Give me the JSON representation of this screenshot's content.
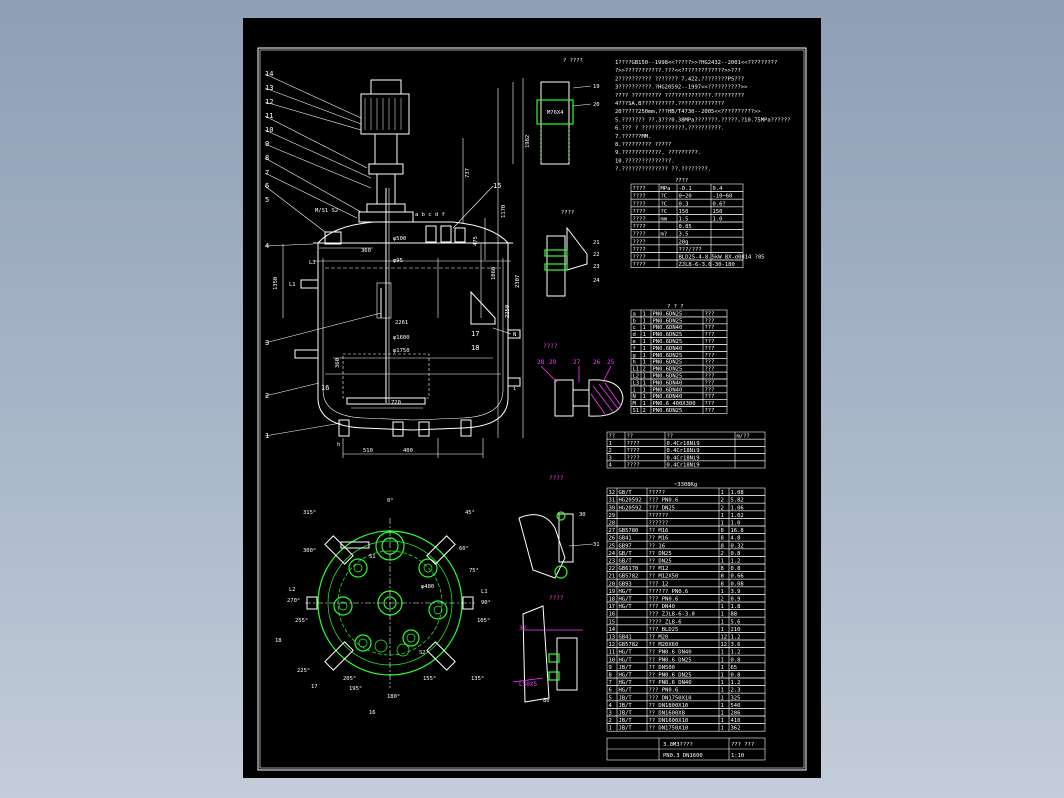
{
  "drawing": {
    "notes": [
      "1????GB150--1998<<?????>>?HG2432--2001<<?????????",
      "  ?>>???????????.???<<?????????????>>???",
      "2?????????? ??????? 7,422,????????PS???",
      "3??????????.?HG20592--1997<<??????????>>",
      "  ???? ????????? ??????????????.?????????",
      "4???SA,B??????????.??????????????",
      "  20?????250mm,???HB/T4730--2005<<??????????>>",
      "5.??????? ??.3???0.38MPa???????.?????,?10.75MPa??????",
      "6.??? ? ?????????????,??????????.",
      "7.??????MM.",
      "8.????????? ?????",
      "9.????????????, ?????????.",
      "10.??????????????.",
      "  ?.?????????????? ??.????????."
    ],
    "tech_table": {
      "title": "????",
      "rows": [
        [
          "????",
          "MPa",
          "-0.1",
          "0.4"
        ],
        [
          "????",
          "?C",
          "0~20",
          "-10~60"
        ],
        [
          "????",
          "?C",
          "0.3",
          "0.6?"
        ],
        [
          "????",
          "?C",
          "150",
          "150"
        ],
        [
          "????",
          "mm",
          "1.5",
          "1.0"
        ],
        [
          "????",
          "",
          "0.85",
          ""
        ],
        [
          "????",
          "m?",
          "3.5",
          ""
        ],
        [
          "????",
          "",
          "20g",
          ""
        ],
        [
          "????",
          "",
          "???/???",
          ""
        ],
        [
          "????",
          "",
          "BLD25-4-8.5kW  BX-d0814 ?85",
          ""
        ],
        [
          "????",
          "",
          "ZJL8-6-3.0-30-180",
          ""
        ]
      ]
    },
    "nozzle_table": {
      "title": "? ? ?",
      "rows": [
        [
          "a",
          "1",
          "PN0.6DN25",
          "???"
        ],
        [
          "b",
          "1",
          "PN0.6DN25",
          "???"
        ],
        [
          "c",
          "1",
          "PN0.6DN40",
          "???"
        ],
        [
          "d",
          "1",
          "PN0.6DN25",
          "???"
        ],
        [
          "e",
          "1",
          "PN0.6DN25",
          "???"
        ],
        [
          "f",
          "1",
          "PN0.6DN40",
          "???"
        ],
        [
          "g",
          "1",
          "PN0.6DN25",
          "???"
        ],
        [
          "h",
          "1",
          "PN0.6DN25",
          "???"
        ],
        [
          "L1",
          "2",
          "PN0.6DN25",
          "???"
        ],
        [
          "L2",
          "1",
          "PN0.6DN25",
          "???"
        ],
        [
          "L3",
          "1",
          "PN0.6DN40",
          "???"
        ],
        [
          "i",
          "1",
          "PN0.6DN40",
          "???"
        ],
        [
          "N",
          "1",
          "PN0.6DN40",
          "???"
        ],
        [
          "M",
          "1",
          "PN0.6 400X300",
          "???"
        ],
        [
          "S1",
          "2",
          "PN0.6DN25",
          "???"
        ]
      ]
    },
    "small_table": {
      "header": [
        "??",
        "??",
        "??",
        "m/??"
      ],
      "rows": [
        [
          "1",
          "????",
          "0.4Cr18Ni9",
          ""
        ],
        [
          "2",
          "????",
          "0.4Cr18Ni9",
          ""
        ],
        [
          "3",
          "????",
          "0.4Cr18Ni9",
          ""
        ],
        [
          "4",
          "????",
          "0.4Cr18Ni9",
          ""
        ]
      ]
    },
    "parts_list": {
      "weight_label": "~3308Kg",
      "rows": [
        [
          "32",
          "GB/T",
          "?????",
          "1",
          "1.08"
        ],
        [
          "31",
          "HG20592",
          "??? PN0.6",
          "2",
          "5.82"
        ],
        [
          "30",
          "HG20592",
          "??? DN25",
          "2",
          "1.06"
        ],
        [
          "29",
          "",
          "??????",
          "1",
          "1.02"
        ],
        [
          "28",
          "",
          "??????",
          "1",
          "1.0"
        ],
        [
          "27",
          "GB5780",
          "?? M16",
          "8",
          "16.8"
        ],
        [
          "26",
          "GB41",
          "?? M16",
          "8",
          "4.8"
        ],
        [
          "25",
          "GB97",
          "?? 16",
          "8",
          "0.32"
        ],
        [
          "24",
          "GB/T",
          "?? DN25",
          "2",
          "0.8"
        ],
        [
          "23",
          "GB/T",
          "?? DN25",
          "1",
          "1.2"
        ],
        [
          "22",
          "GB6170",
          "?? M12",
          "8",
          "0.8"
        ],
        [
          "21",
          "GB5782",
          "?? M12X50",
          "8",
          "0.66"
        ],
        [
          "20",
          "GB93",
          "??? 12",
          "8",
          "0.08"
        ],
        [
          "19",
          "HG/T",
          "?????? PN0.6",
          "1",
          "3.9"
        ],
        [
          "18",
          "HG/T",
          "??? PN0.6",
          "2",
          "0.9"
        ],
        [
          "17",
          "HG/T",
          "??? DN40",
          "1",
          "1.8"
        ],
        [
          "16",
          "",
          "??? ZJL8-6-3.0",
          "1",
          "88"
        ],
        [
          "15",
          "",
          "???? ZL8-6",
          "1",
          "5.6"
        ],
        [
          "14",
          "",
          "??? BLD25",
          "1",
          "210"
        ],
        [
          "13",
          "GB41",
          "?? M20",
          "12",
          "1.2"
        ],
        [
          "12",
          "GB5782",
          "?? M20X60",
          "12",
          "3.6"
        ],
        [
          "11",
          "HG/T",
          "?? PN0.6 DN40",
          "1",
          "1.2"
        ],
        [
          "10",
          "HG/T",
          "?? PN0.6 DN25",
          "1",
          "0.8"
        ],
        [
          "9",
          "JB/T",
          "?? DN500",
          "1",
          "65"
        ],
        [
          "8",
          "HG/T",
          "?? PN0.6 DN25",
          "1",
          "0.8"
        ],
        [
          "7",
          "HG/T",
          "?? PN0.6 DN40",
          "1",
          "1.2"
        ],
        [
          "6",
          "HG/T",
          "??? PN0.6",
          "1",
          "2.3"
        ],
        [
          "5",
          "JB/T",
          "??? DN1750X10",
          "1",
          "325"
        ],
        [
          "4",
          "JB/T",
          "?? DN1800X10",
          "1",
          "540"
        ],
        [
          "3",
          "JB/T",
          "?? DN1600X8",
          "1",
          "286"
        ],
        [
          "2",
          "JB/T",
          "?? DN1600X10",
          "1",
          "410"
        ],
        [
          "1",
          "JB/T",
          "?? DN1750X10",
          "1",
          "362"
        ]
      ]
    },
    "title_block": {
      "title": "3.0M3????",
      "spec": "PN0.3 DN1600",
      "sheet": "??? ???",
      "scale": "1:10"
    },
    "elevation": {
      "callouts": [
        "14",
        "13",
        "12",
        "11",
        "10",
        "9",
        "8",
        "7",
        "6",
        "5",
        "4",
        "3",
        "2",
        "1",
        "15",
        "16",
        "17",
        "18"
      ],
      "dims": [
        "360",
        "φ500",
        "φ95",
        "2261",
        "φ1600",
        "φ1750",
        "720",
        "510",
        "400",
        "1350",
        "360",
        "1060",
        "475",
        "1170",
        "1982",
        "737",
        "2307",
        "2250",
        "1170"
      ],
      "labels": [
        "M/S1 S2",
        "a b c d f",
        "L3",
        "L1",
        "N",
        "i",
        "h"
      ]
    },
    "plan": {
      "angles": [
        "0°",
        "45°",
        "60°",
        "75°",
        "90°",
        "105°",
        "135°",
        "155°",
        "180°",
        "195°",
        "205°",
        "225°",
        "255°",
        "270°",
        "300°",
        "315°"
      ],
      "labels": [
        "L2",
        "L1",
        "18",
        "17",
        "16",
        "S1",
        "S2",
        "φ480"
      ]
    },
    "details": {
      "det1_title": "?\n????",
      "det1_labels": [
        "19",
        "20",
        "M76X4"
      ],
      "det2_title": "????",
      "det2_labels": [
        "21",
        "22",
        "23",
        "24"
      ],
      "det3_title": "????",
      "det3_labels": [
        "28",
        "29",
        "27",
        "26",
        "25"
      ],
      "det4_title": "????",
      "det4_labels": [
        "31",
        "30"
      ],
      "det5_title": "????",
      "det5_labels": [
        "32",
        "L50X5",
        "80"
      ]
    },
    "colors": {
      "background": "#000000",
      "line": "#ffffff",
      "green": "#2bff2b",
      "magenta": "#ff3cff",
      "cyan": "#00e6ff"
    }
  }
}
